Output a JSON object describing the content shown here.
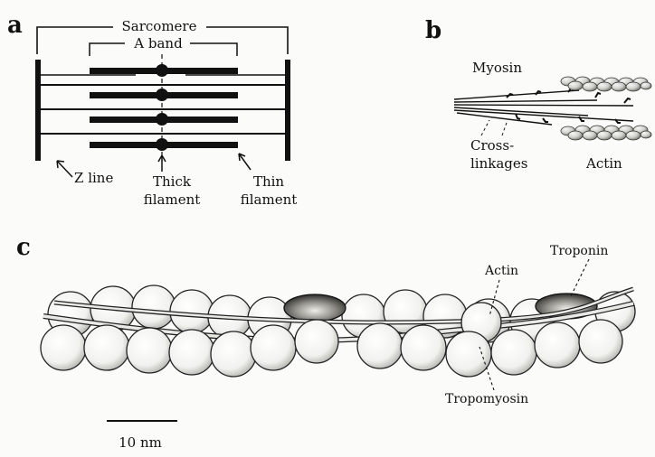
{
  "panels": {
    "a": {
      "letter": "a",
      "sarcomere": "Sarcomere",
      "a_band": "A band",
      "z_line": "Z line",
      "thick_filament": [
        "Thick",
        "filament"
      ],
      "thin_filament": [
        "Thin",
        "filament"
      ]
    },
    "b": {
      "letter": "b",
      "myosin": "Myosin",
      "cross_linkages": [
        "Cross-",
        "linkages"
      ],
      "actin": "Actin"
    },
    "c": {
      "letter": "c",
      "actin": "Actin",
      "troponin": "Troponin",
      "tropomyosin": "Tropomyosin",
      "scale_bar": "10 nm"
    }
  }
}
